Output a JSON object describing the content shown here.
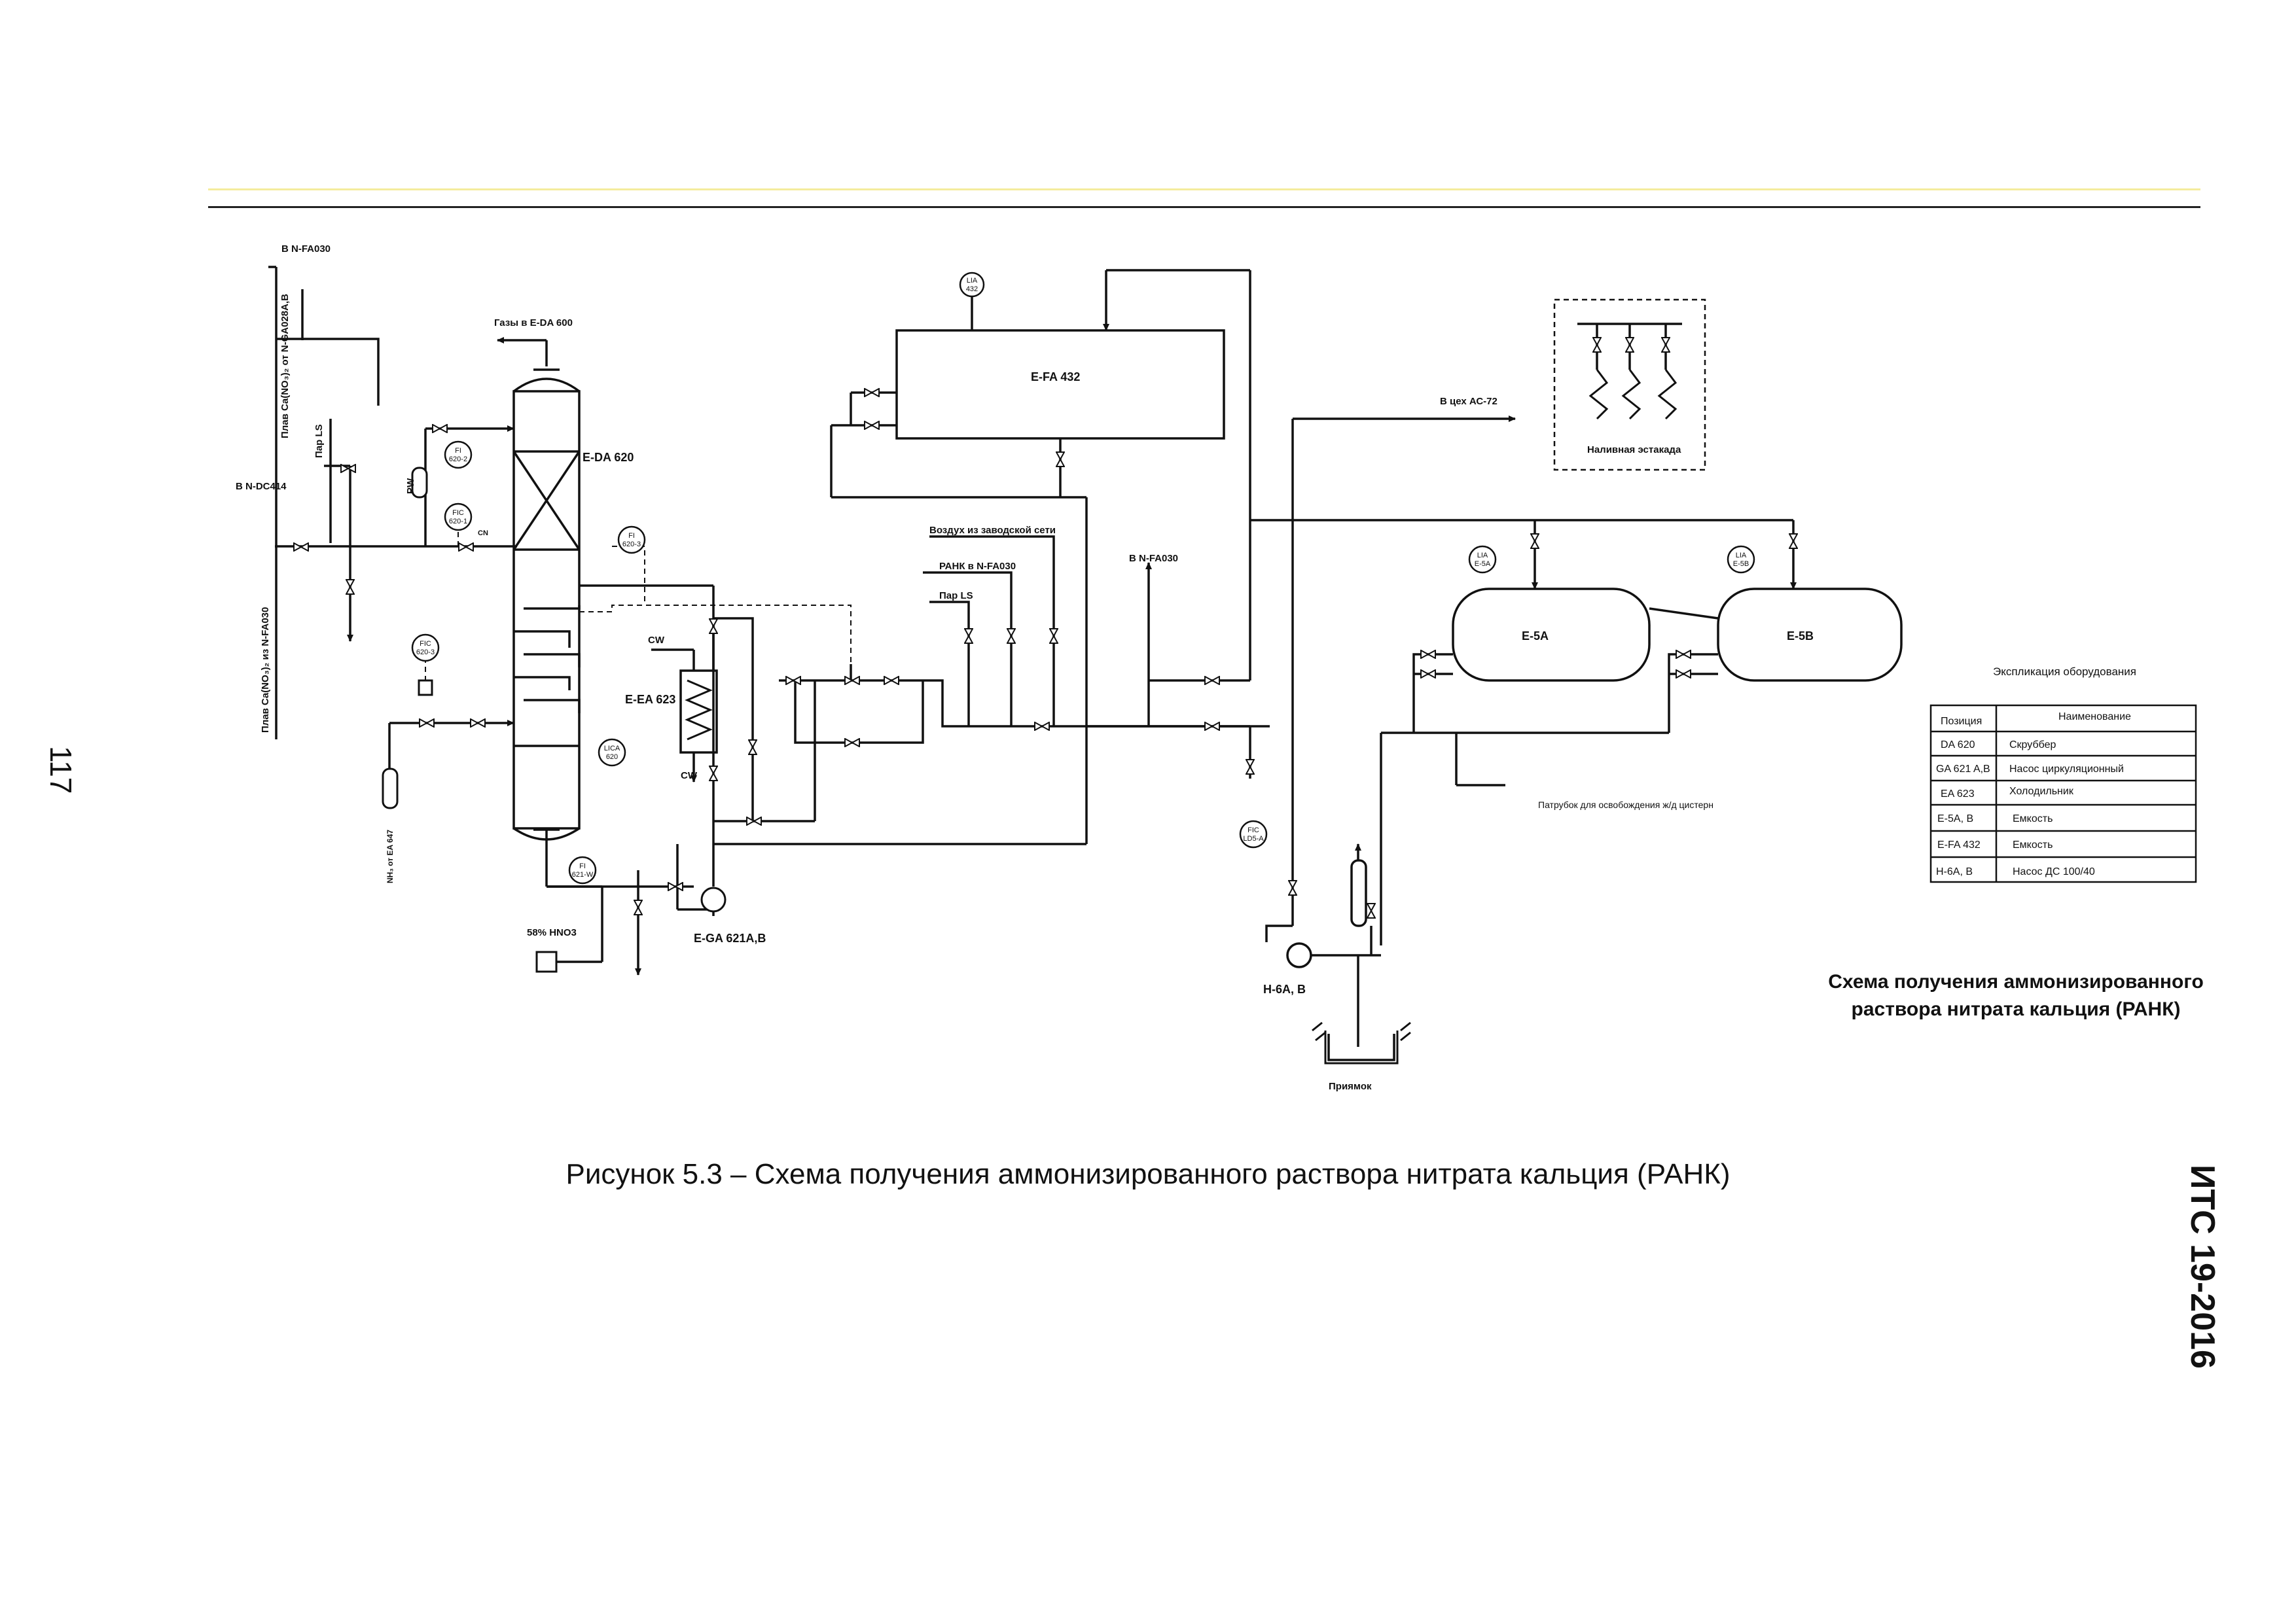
{
  "page": {
    "number": "117",
    "doc_code": "ИТС 19-2016"
  },
  "figure": {
    "caption": "Рисунок 5.3 – Схема получения аммонизированного раствора нитрата кальция (РАНК)"
  },
  "diagram": {
    "title_line1": "Схема получения аммонизированного",
    "title_line2": "раствора нитрата кальция (РАНК)",
    "streams": {
      "to_nfa030_top": "В N-FA030",
      "plav_from_nga": "Плав Ca(NO₃)₂ от N-GA028A,B",
      "gases": "Газы в E-DA 600",
      "steam_ls": "Пар LS",
      "to_ndc414": "В N-DC414",
      "plav_from_nfa": "Плав Ca(NO₃)₂ из N-FA030",
      "pw": "PW",
      "cn": "CN",
      "nh3": "NH₃ от EA 647",
      "hno3": "58% HNO3",
      "cw_in": "CW",
      "cw_out": "CW",
      "air": "Воздух из заводской сети",
      "rank": "РАНК в N-FA030",
      "steam_ls2": "Пар LS",
      "to_nfa030_mid": "В N-FA030",
      "to_ac72": "В цех АС-72",
      "nozzle": "Патрубок для освобождения ж/д цистерн",
      "loading": "Наливная эстакада",
      "pit": "Приямок"
    },
    "equipment": {
      "eda620": "E-DA 620",
      "eea623": "E-EA 623",
      "ega621": "E-GA 621A,B",
      "efa432": "E-FA 432",
      "e5a": "E-5A",
      "e5b": "E-5B",
      "h6": "H-6A, B"
    },
    "instruments": {
      "lia432_a": "LIA",
      "lia432_b": "432",
      "fi620_2_a": "FI",
      "fi620_2_b": "620-2",
      "fic620_1_a": "FIC",
      "fic620_1_b": "620-1",
      "fi620_3_a": "FI",
      "fi620_3_b": "620-3",
      "fic620_a": "FIC",
      "fic620_b": "620-3",
      "lica620_a": "LICA",
      "lica620_b": "620",
      "fi621_a": "FI",
      "fi621_b": "621-W",
      "lia5a_a": "LIA",
      "lia5a_b": "E-5A",
      "lia5b_a": "LIA",
      "lia5b_b": "E-5B",
      "fic_load_a": "FIC",
      "fic_load_b": "LD5-A"
    },
    "legend": {
      "title": "Экспликация оборудования",
      "headers": [
        "Позиция",
        "Наименование"
      ],
      "rows": [
        [
          "DA 620",
          "Скруббер"
        ],
        [
          "GA 621 A,B",
          "Насос циркуляционный"
        ],
        [
          "EA 623",
          "Холодильник"
        ],
        [
          "E-5A, B",
          "Емкость"
        ],
        [
          "E-FA 432",
          "Емкость"
        ],
        [
          "H-6A, B",
          "Насос ДС 100/40"
        ]
      ]
    }
  }
}
